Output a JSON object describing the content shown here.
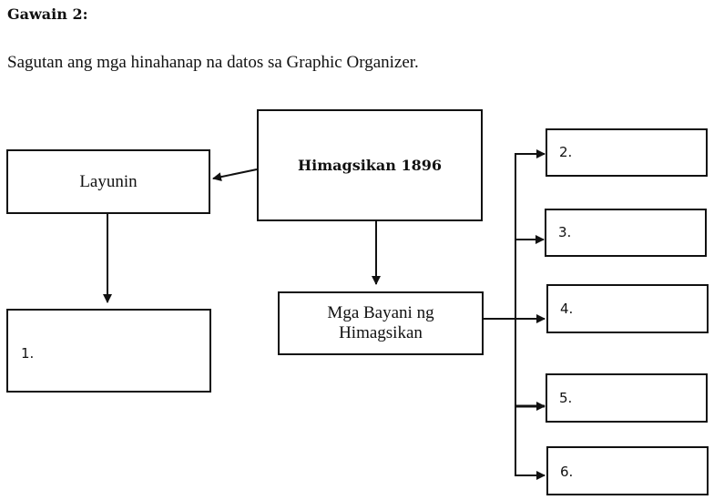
{
  "header": {
    "title": "Gawain 2:",
    "instruction": "Sagutan ang mga hinahanap na datos sa Graphic Organizer."
  },
  "organizer": {
    "central": "Himagsikan 1896",
    "layunin": "Layunin",
    "bayani": [
      "Mga Bayani ng",
      "Himagsikan"
    ],
    "answer_boxes": [
      {
        "label": "1.",
        "value": ""
      },
      {
        "label": "2.",
        "value": ""
      },
      {
        "label": "3.",
        "value": ""
      },
      {
        "label": "4.",
        "value": ""
      },
      {
        "label": "5.",
        "value": ""
      },
      {
        "label": "6.",
        "value": ""
      }
    ]
  },
  "colors": {
    "line": "#111111",
    "background": "#ffffff"
  }
}
